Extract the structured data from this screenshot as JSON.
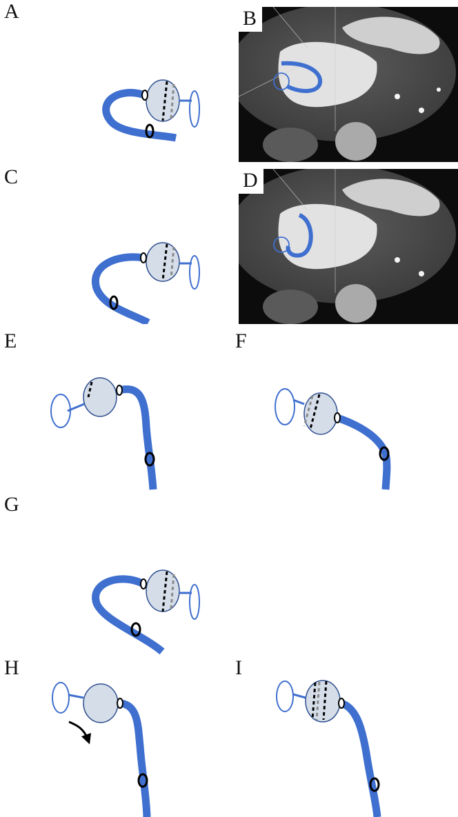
{
  "figure": {
    "panels": [
      {
        "id": "A",
        "label": "A",
        "kind": "illustration"
      },
      {
        "id": "B",
        "label": "B",
        "kind": "ct"
      },
      {
        "id": "C",
        "label": "C",
        "kind": "illustration"
      },
      {
        "id": "D",
        "label": "D",
        "kind": "ct"
      },
      {
        "id": "E",
        "label": "E",
        "kind": "illustration"
      },
      {
        "id": "F",
        "label": "F",
        "kind": "illustration"
      },
      {
        "id": "G",
        "label": "G",
        "kind": "illustration"
      },
      {
        "id": "H",
        "label": "H",
        "kind": "illustration"
      },
      {
        "id": "I",
        "label": "I",
        "kind": "illustration"
      }
    ]
  },
  "colors": {
    "atrium_center": "#fff3e6",
    "atrium_edge": "#f0b57a",
    "atrium_stroke": "#8a5a2a",
    "vein_end": "#7a5a3a",
    "sheath": "#3f6fcf",
    "balloon_fill": "#d4dde8",
    "balloon_stroke": "#2f4f8f",
    "dashed_black": "#000000",
    "dashed_gray": "#8a8a8a",
    "ct_background": "#0c0c0c",
    "ct_tissue": "#7a7a7a",
    "ct_contrast": "#e2e2e2",
    "arrow": "#000000"
  }
}
